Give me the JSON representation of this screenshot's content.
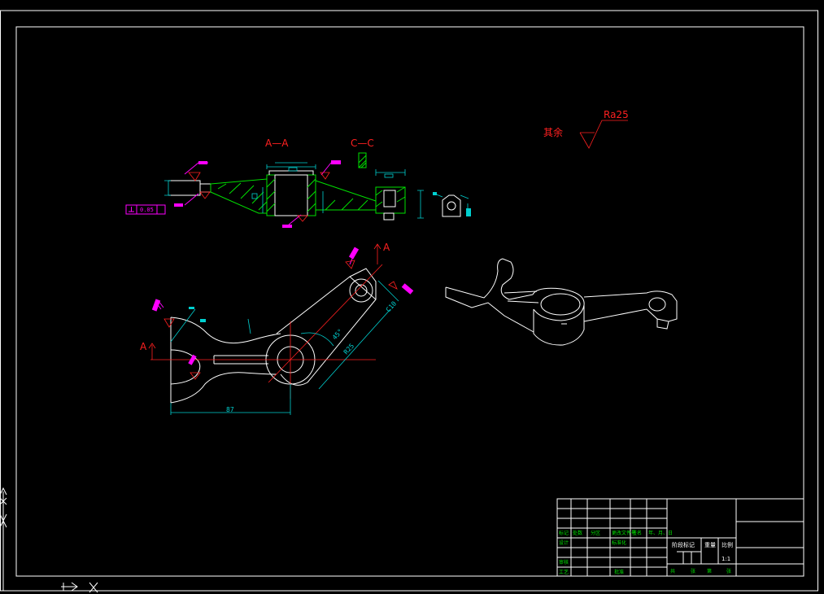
{
  "section_labels": {
    "aa": "A—A",
    "cc": "C—C"
  },
  "view_label": "A",
  "roughness": {
    "qiyu": "其余",
    "value": "Ra25"
  },
  "dimensions": {
    "horizontal": "87",
    "angle": "45°",
    "radial": "R25",
    "slot": "C10"
  },
  "tolerance_frame": "0.05",
  "title_block": {
    "header": [
      "标记",
      "处数",
      "分区",
      "更改文件号",
      "签名",
      "年、月、日"
    ],
    "row_design": "设计",
    "row_standard": "标准化",
    "row_review": "审核",
    "row_process": "工艺",
    "row_approve": "批准",
    "stage_label": "阶段标记",
    "weight_label": "重量",
    "scale_label": "比例",
    "scale_value": "1:1",
    "sheets": [
      "共",
      "张",
      "第",
      "张"
    ]
  },
  "colors": {
    "background": "#000000",
    "outline": "#ffffff",
    "dimension": "#00d0d0",
    "hatch": "#00e000",
    "centerline": "#ff2020",
    "annotation": "#ff00ff"
  }
}
